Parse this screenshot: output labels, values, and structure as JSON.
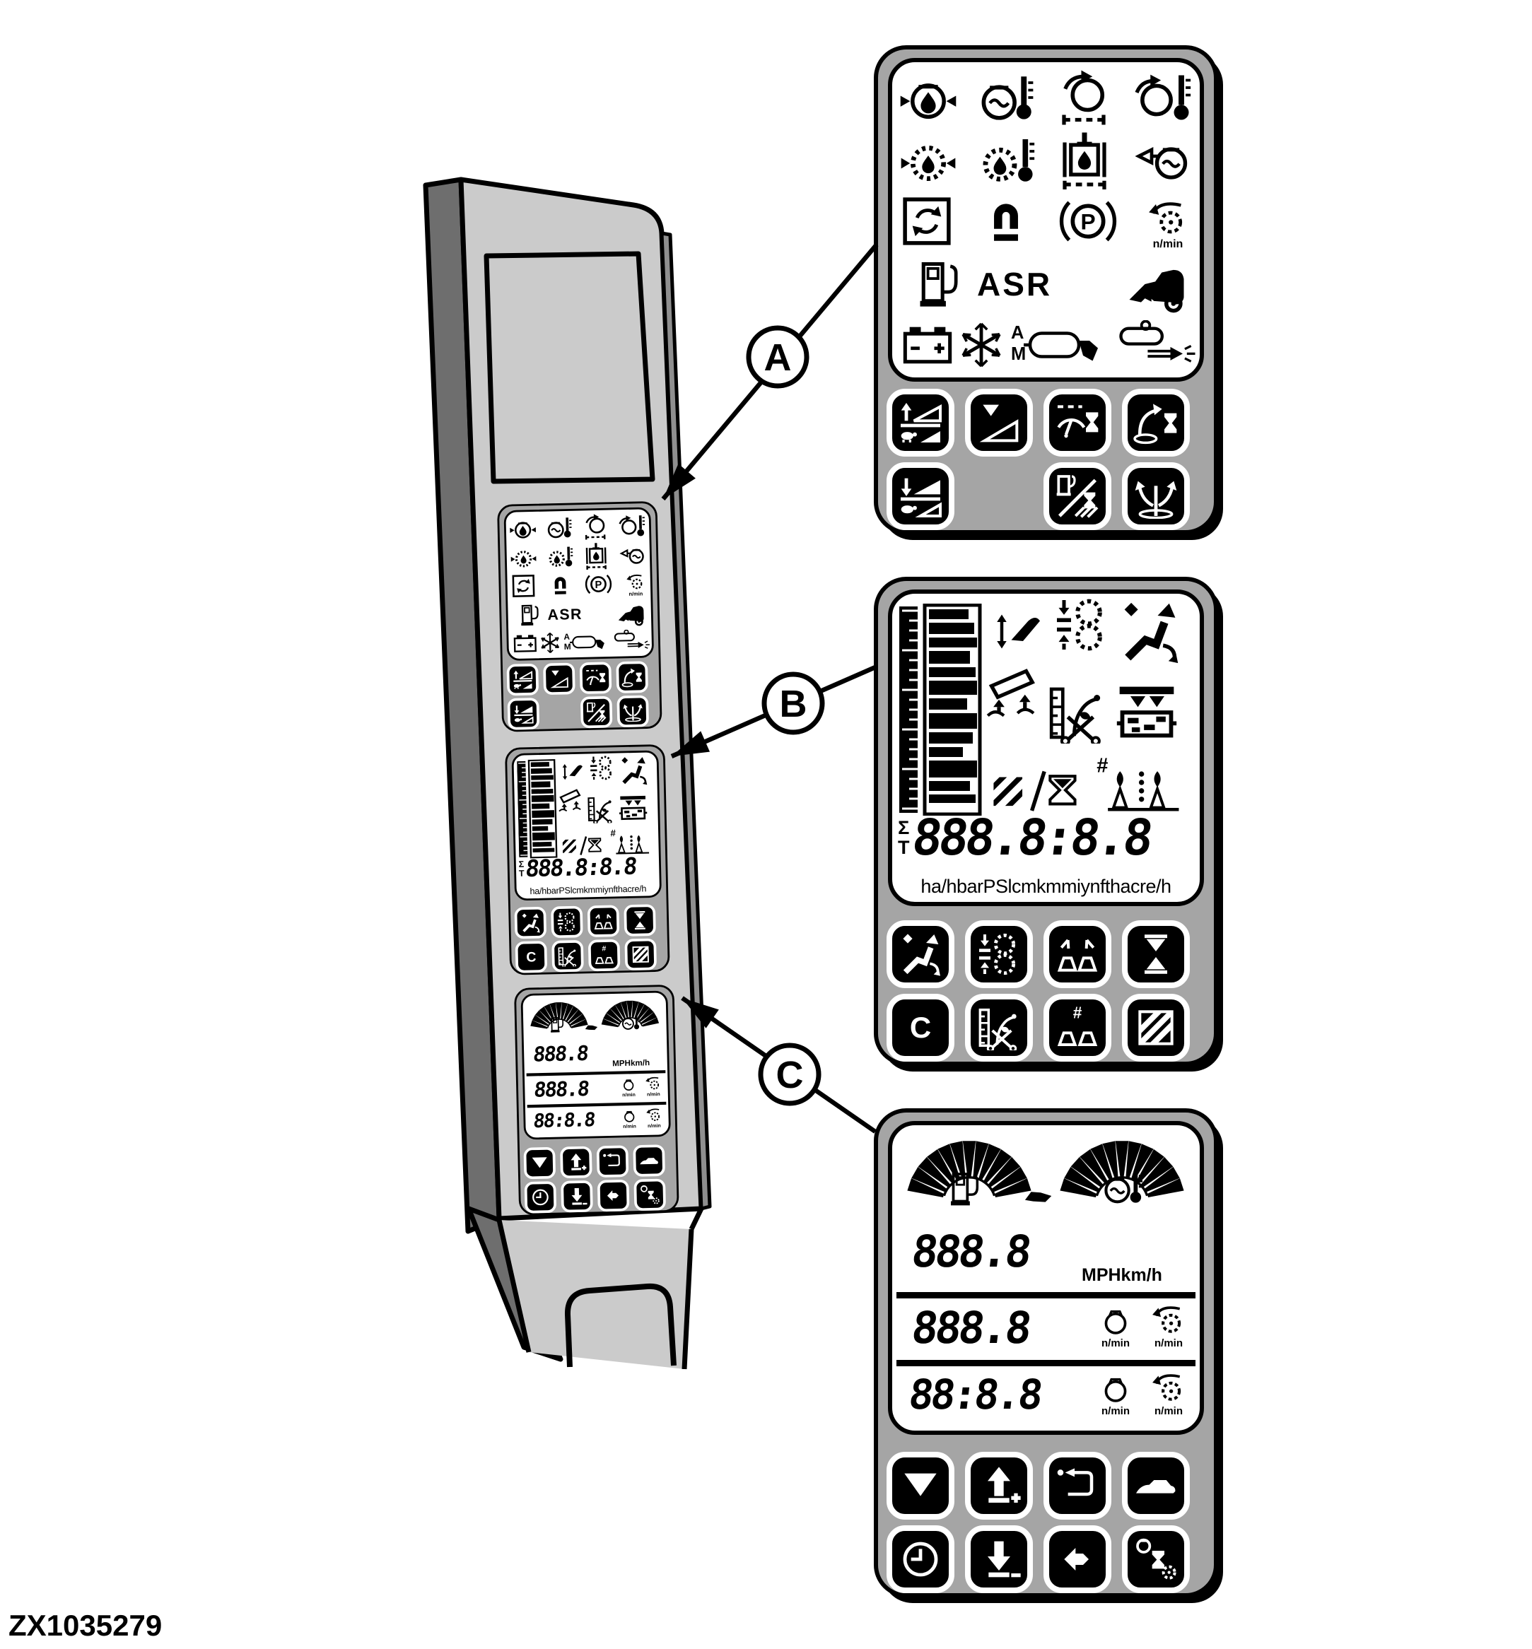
{
  "figure": {
    "id": "ZX1035279"
  },
  "callouts": {
    "a": "A",
    "b": "B",
    "c": "C"
  },
  "units": {
    "rpm": "n/min"
  },
  "panel_a": {
    "asr": "ASR",
    "parking": "P",
    "am_auto": "A",
    "am_manual": "M",
    "telltale_icons": [
      "engine-oil-pressure",
      "coolant-temperature",
      "transmission-oil-pressure",
      "transmission-oil-temperature",
      "hydraulic-oil-pressure",
      "hydraulic-oil-temperature",
      "hydraulic-oil-level",
      "coolant-level",
      "air-recirculation",
      "magnetic-clutch",
      "parking-brake",
      "pto-speed",
      "fuel-level",
      "harvester",
      "battery-charge",
      "air-conditioning",
      "air-tank-auto-manual",
      "central-lubrication"
    ],
    "button_icons": [
      "ground-speed-ramp-up",
      "ground-speed-preset",
      "wiper-interval",
      "spout-rotation-interval",
      "ground-speed-ramp-down",
      "fuel-rate-per-area",
      "spout-spread"
    ]
  },
  "panel_b": {
    "sigma": "Σ",
    "total": "T",
    "digits": "888.8:8.8",
    "units_scale": "ha/hbarPSlcmkmmiynfthacre/h",
    "clear": "C",
    "hash": "#",
    "display_icons": [
      "bar-graph",
      "header-height",
      "feed-roll-gap",
      "spout-position",
      "header-float",
      "length-of-cut",
      "kernel-processor",
      "area-per-time",
      "row-count"
    ],
    "button_icons": [
      "spout-position",
      "feed-roll-gap",
      "row-spacing",
      "hourglass",
      "clear",
      "length-of-cut",
      "row-number",
      "area"
    ]
  },
  "panel_c": {
    "speed_digits": "888.8",
    "speed_unit": "MPHkm/h",
    "rpm_digits": "888.8",
    "hours_digits": "88:8.8",
    "display_icons": [
      "fuel-gauge-fan",
      "coolant-temperature-gauge-fan",
      "fuel-pump",
      "vehicle",
      "coolant-temperature",
      "engine-speed",
      "pto-speed"
    ],
    "button_icons": [
      "scroll-down",
      "raise-increase",
      "return",
      "road-mode",
      "clock",
      "lower-decrease",
      "enter",
      "service-interval"
    ]
  }
}
